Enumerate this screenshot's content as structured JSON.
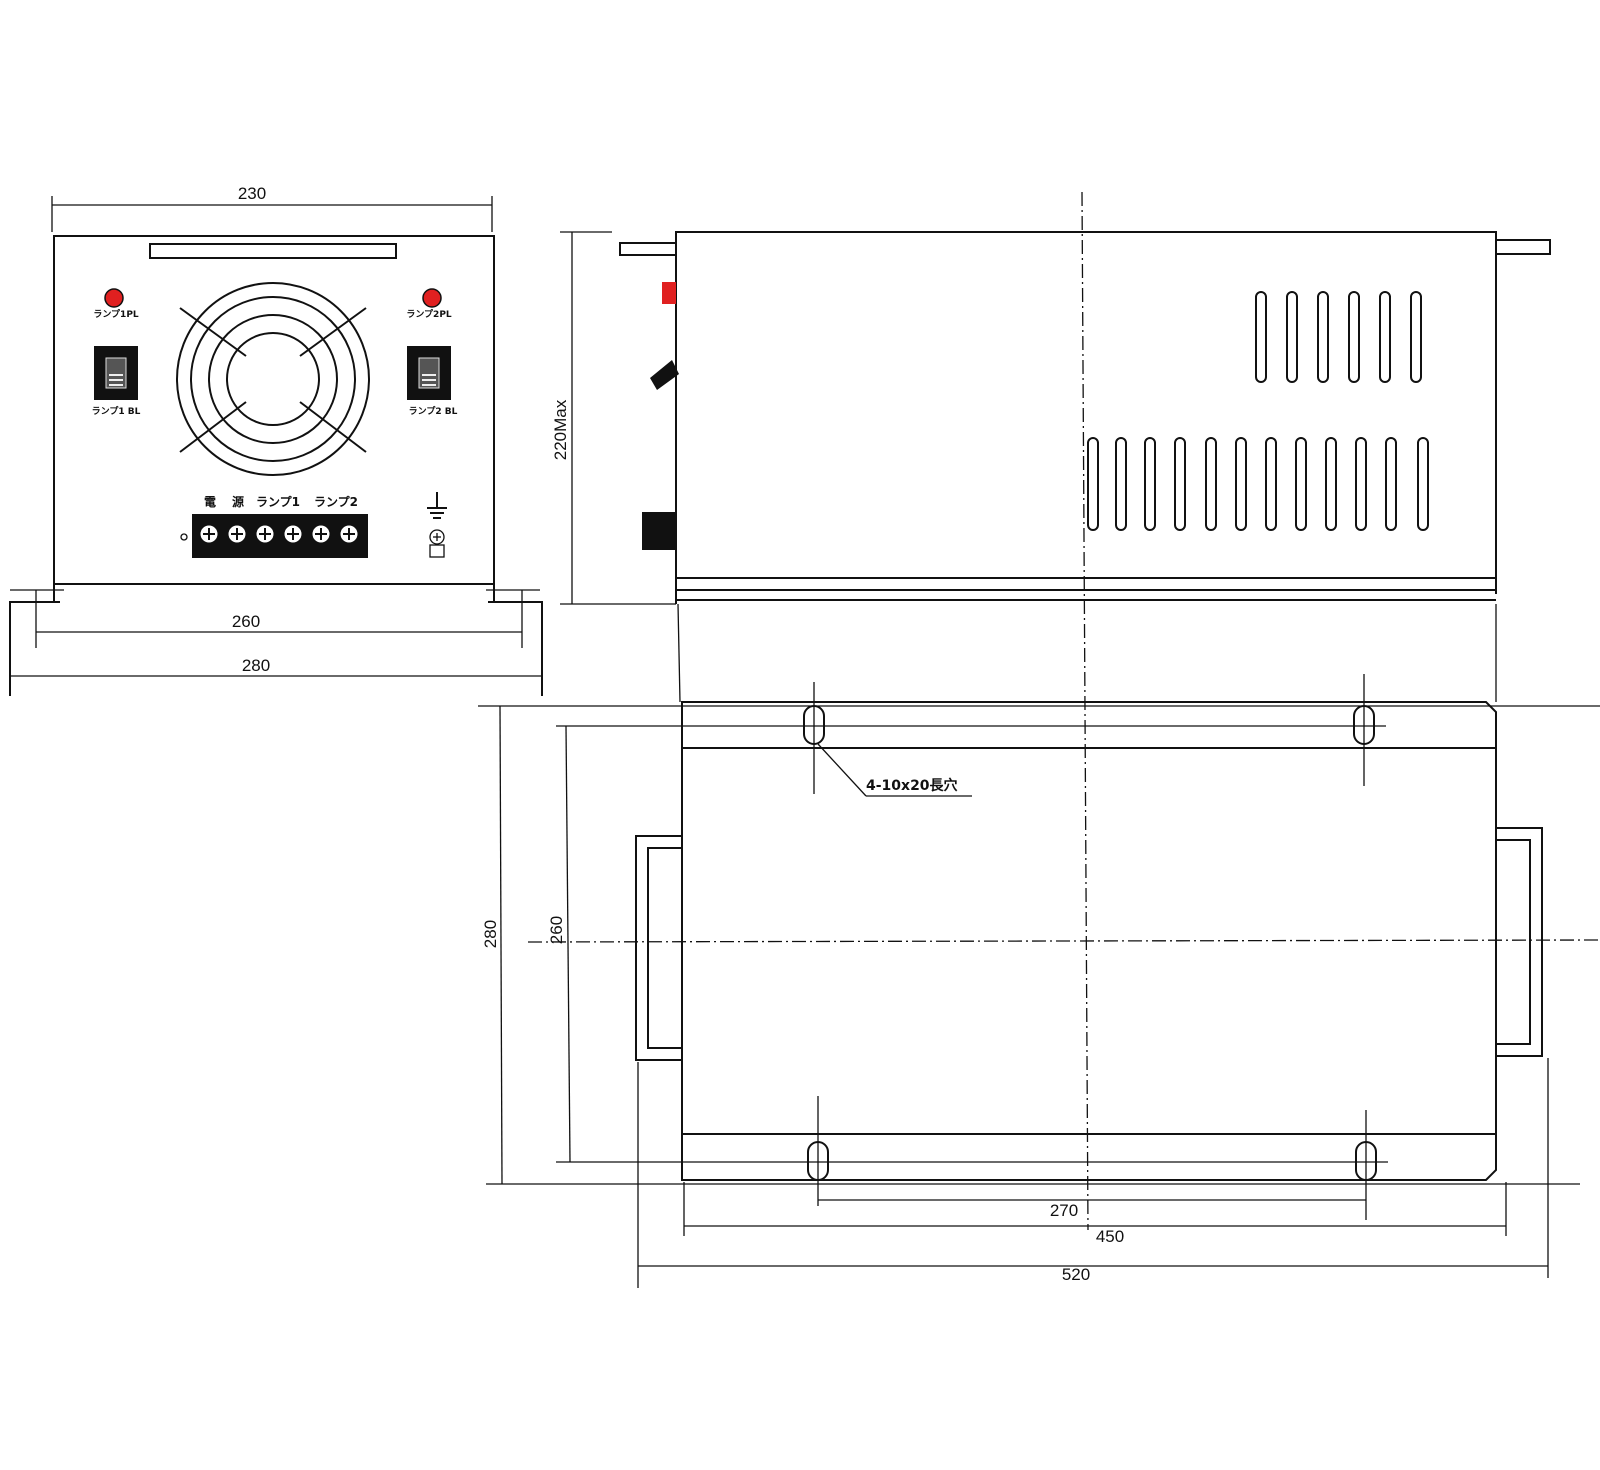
{
  "front_view": {
    "dim_width_top": "230",
    "dim_mount_pitch": "260",
    "dim_base_width": "280",
    "lamp1_pl_label": "ランプ1PL",
    "lamp2_pl_label": "ランプ2PL",
    "lamp1_sw_label": "ランプ1 BL",
    "lamp2_sw_label": "ランプ2 BL",
    "terminal_labels": [
      "電",
      "源",
      "ランプ1",
      "ランプ2"
    ],
    "lamp_color": "#e02020"
  },
  "side_view": {
    "dim_height": "220Max",
    "indicator_color": "#e02020"
  },
  "bottom_view": {
    "dim_depth": "280",
    "dim_hole_pitch_y": "260",
    "dim_hole_pitch_x": "270",
    "dim_length": "450",
    "dim_overall": "520",
    "hole_note": "4-10x20長穴"
  }
}
